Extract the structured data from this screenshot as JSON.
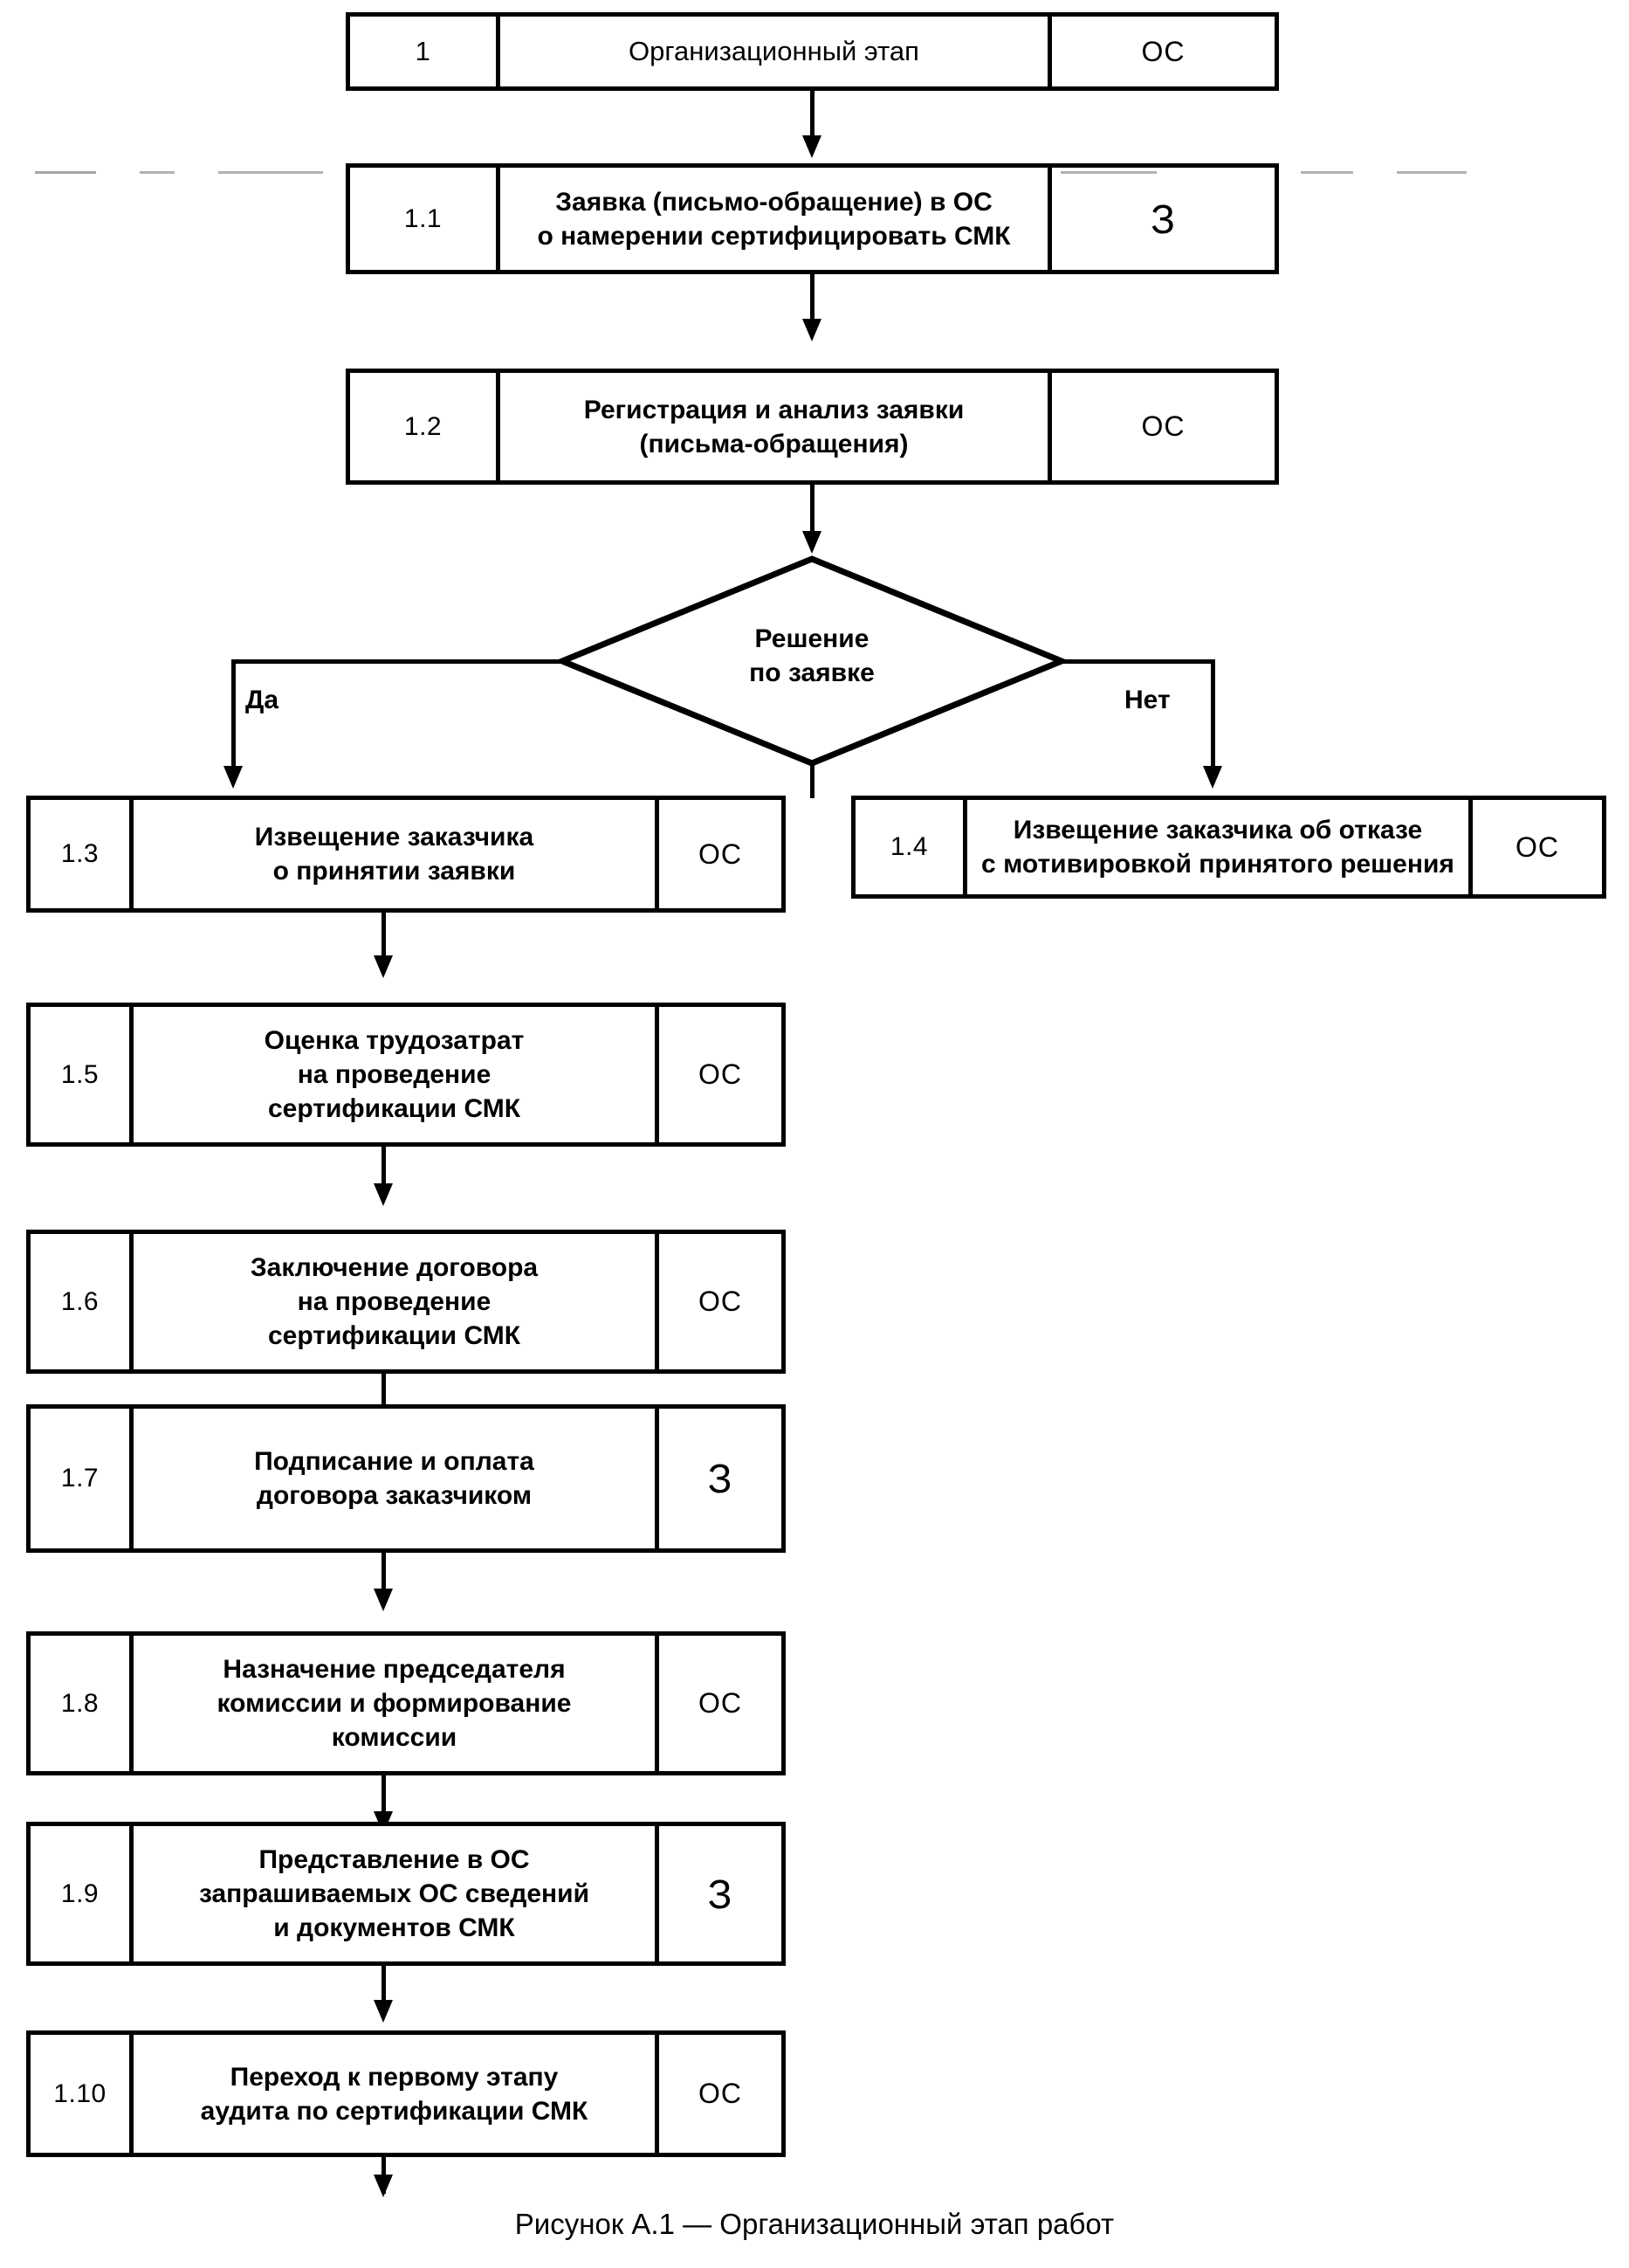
{
  "figure": {
    "caption": "Рисунок А.1 — Организационный этап работ"
  },
  "decision": {
    "line1": "Решение",
    "line2": "по заявке",
    "yes_label": "Да",
    "no_label": "Нет"
  },
  "steps": [
    {
      "num": "1",
      "text_lines": [
        "Организационный этап"
      ],
      "actor": "ОС"
    },
    {
      "num": "1.1",
      "text_lines": [
        "Заявка (письмо-обращение) в ОС",
        "о намерении сертифицировать СМК"
      ],
      "actor": "З"
    },
    {
      "num": "1.2",
      "text_lines": [
        "Регистрация и анализ заявки",
        "(письма-обращения)"
      ],
      "actor": "ОС"
    },
    {
      "num": "1.3",
      "text_lines": [
        "Извещение заказчика",
        "о принятии заявки"
      ],
      "actor": "ОС"
    },
    {
      "num": "1.4",
      "text_lines": [
        "Извещение заказчика об отказе",
        "с мотивировкой принятого решения"
      ],
      "actor": "ОС"
    },
    {
      "num": "1.5",
      "text_lines": [
        "Оценка трудозатрат",
        "на проведение",
        "сертификации СМК"
      ],
      "actor": "ОС"
    },
    {
      "num": "1.6",
      "text_lines": [
        "Заключение договора",
        "на проведение",
        "сертификации СМК"
      ],
      "actor": "ОС"
    },
    {
      "num": "1.7",
      "text_lines": [
        "Подписание и оплата",
        "договора заказчиком"
      ],
      "actor": "З"
    },
    {
      "num": "1.8",
      "text_lines": [
        "Назначение председателя",
        "комиссии и формирование",
        "комиссии"
      ],
      "actor": "ОС"
    },
    {
      "num": "1.9",
      "text_lines": [
        "Представление в ОС",
        "запрашиваемых ОС сведений",
        "и документов СМК"
      ],
      "actor": "З"
    },
    {
      "num": "1.10",
      "text_lines": [
        "Переход к первому этапу",
        "аудита по сертификации СМК"
      ],
      "actor": "ОС"
    }
  ]
}
